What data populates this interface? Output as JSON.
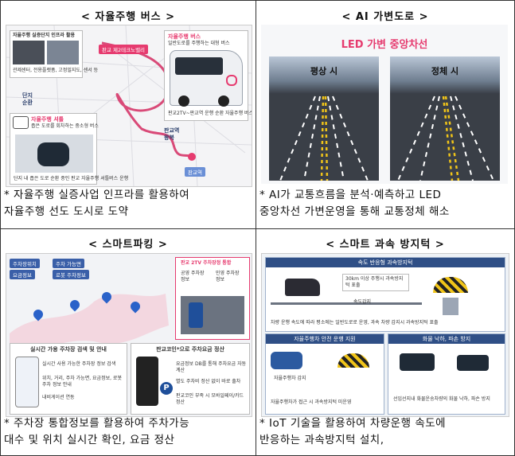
{
  "panels": {
    "bus": {
      "title": "< 자율주행 버스 >",
      "caption_line1": "* 자율주행 실증사업 인프라를 활용하여",
      "caption_line2": "  자율주행 선도 도시로 도약",
      "labels": {
        "infra": "자율주행 실증단지 인프라 활용",
        "infra_sub": "관제센터, 전용플랫폼, 고정밀지도, 센서 등",
        "tech_valley": "판교 제2테크노밸리",
        "bus_box_title": "자율주행 버스",
        "bus_box_sub": "일반도로를 주행하는 대형 버스",
        "danji_1": "단지",
        "danji_2": "순환",
        "shuttle_title": "자율주행 셔틀",
        "shuttle_sub": "좁은 도로를 회차하는 중소형 버스",
        "station_1": "판교역",
        "station_2": "왕복",
        "station_3": "판교역",
        "shuttle_note": "단지 내 좁은 도로 순환 중인 판교 자율주행 셔틀버스 운행",
        "bus_note": "판교2TV~판교역 운행 순환 자율주행 버스 운행"
      }
    },
    "lane": {
      "title": "< AI 가변도로 >",
      "caption_line1": "* AI가 교통흐름을 분석·예측하고 LED",
      "caption_line2": "  중앙차선 가변운영을 통해 교통정체 해소",
      "led_title": "LED 가변 중앙차선",
      "normal": "평상 시",
      "jam": "정체 시"
    },
    "parking": {
      "title": "< 스마트파킹 >",
      "caption_line1": "* 주차장 통합정보를 활용하여 주차가능",
      "caption_line2": "  대수 및 위치 실시간 확인, 요금 정산",
      "tags": [
        "주차장위치",
        "주차 가능면",
        "요금정보",
        "로봇 주차정보"
      ],
      "integrated": "판교 2TV 주차장정 통합",
      "mini": [
        "공영 주차장 정보",
        "민영 주차장 정보"
      ],
      "search_title": "실시간 가용 주차장 검색 및 안내",
      "search_items": [
        "실시간 사용 가능한 주차장 정보 검색",
        "위치, 거리, 주차 가능면, 요금정보, 로봇주차 정보 안내",
        "내비게이션 연동"
      ],
      "pay_title": "판교코인*으로 주차요금 정산",
      "pay_items": [
        "요금정보 DB를 통해 주차요금 자동 계산",
        "별도 주차비 정산 없이 바로 출차",
        "판교코인 부족 시 모바일페이/카드 정산"
      ]
    },
    "speed": {
      "title": "< 스마트 과속 방지턱 >",
      "caption_line1": "* IoT 기술을 활용하여 차량운행 속도에",
      "caption_line2": "  반응하는 과속방지턱 설치,",
      "top_banner": "속도 반응형 과속방지턱",
      "callout": "30km 이상 주행시 과속방지턱 표출",
      "sensor": "속도감지",
      "top_note": "차량 운행 속도에 따라 평소에는 일반도로로 운영, 과속 차량 감지시 과속방지턱 표출",
      "left_banner": "자율주행차 안전 운행 지원",
      "left_sensor": "자율주행차 감지",
      "left_note": "자율주행차가 접근 시 과속방지턱 미운영",
      "right_banner": "화물 낙하, 파손 방지",
      "right_note": "선입선지내 화물운송차량의 화물 낙하, 파손 방지"
    }
  },
  "colors": {
    "title_blue": "#2a62c9",
    "accent_pink": "#e63b6f",
    "road_dark": "#3a3f47",
    "lane_yellow": "#f0c419"
  }
}
